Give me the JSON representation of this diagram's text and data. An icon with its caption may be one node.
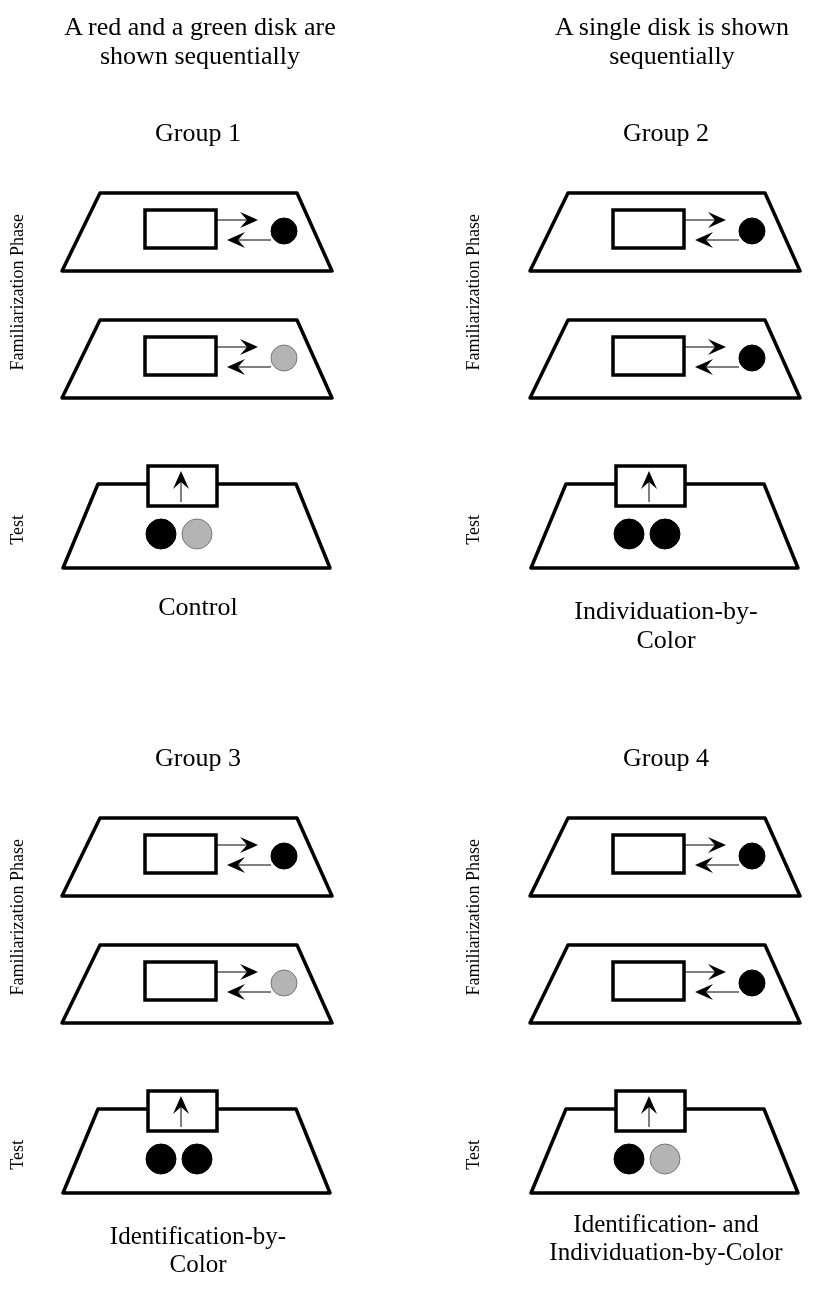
{
  "diagram": {
    "labels": [
      "A red and a green disk are shown sequentially",
      "A single disk is shown sequentially",
      "Group 1",
      "Group 2",
      "Familiarization Phase",
      "Familiarization Phase",
      "Test",
      "Test",
      "Control",
      "Individuation-by-Color",
      "Group 3",
      "Group 4",
      "Familiarization Phase",
      "Familiarization Phase",
      "Test",
      "Test",
      "Identification-by-Color",
      "Identification- and Individuation-by-Color"
    ]
  }
}
